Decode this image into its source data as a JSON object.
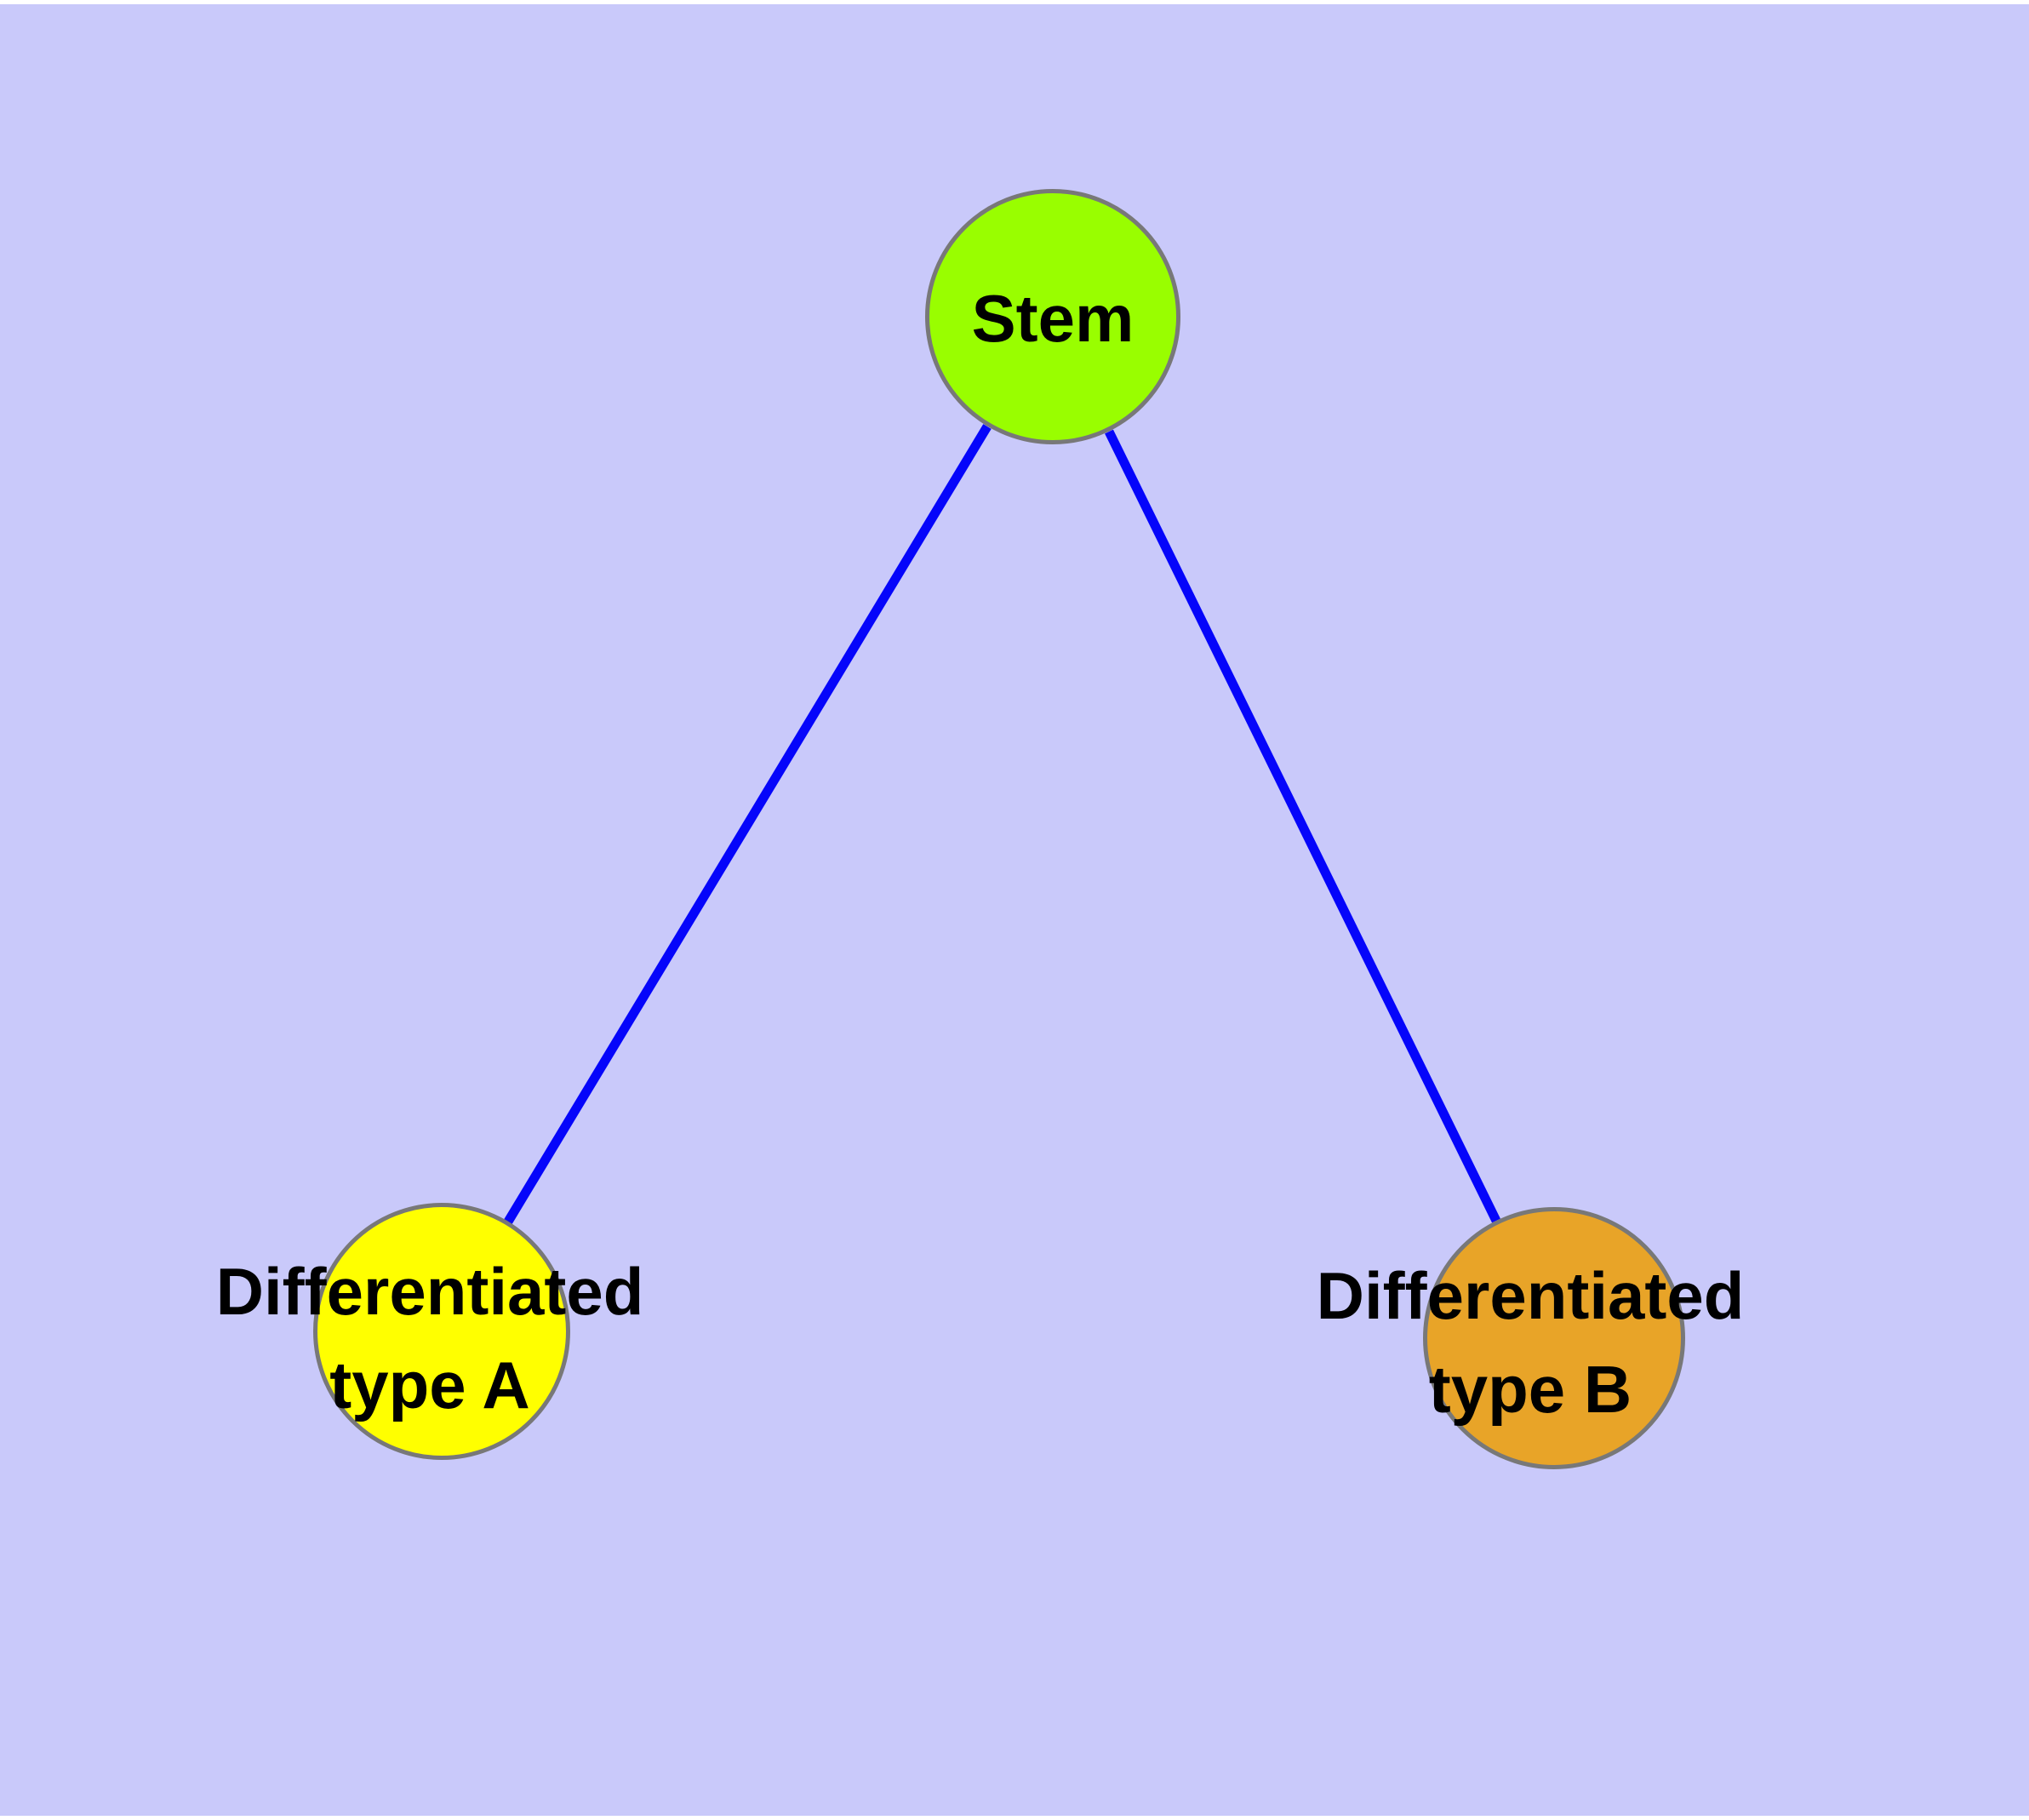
{
  "diagram": {
    "type": "graph",
    "background_color": "#C9C9FA",
    "edge_color": "#0505FA",
    "node_border_color": "#787878",
    "text_color": "#000000",
    "nodes": [
      {
        "id": "stem",
        "label": "Stem",
        "fill": "#99FE00",
        "shape": "circle"
      },
      {
        "id": "differentiated-type-a",
        "label": "Differentiated type A",
        "label_line1": "Differentiated",
        "label_line2": "type A",
        "fill": "#FFFF00",
        "shape": "circle"
      },
      {
        "id": "differentiated-type-b",
        "label": "Differentiated type B",
        "label_line1": "Differentiated",
        "label_line2": "type B",
        "fill": "#E8A428",
        "shape": "circle"
      }
    ],
    "edges": [
      {
        "from": "stem",
        "to": "differentiated-type-a"
      },
      {
        "from": "stem",
        "to": "differentiated-type-b"
      }
    ]
  }
}
